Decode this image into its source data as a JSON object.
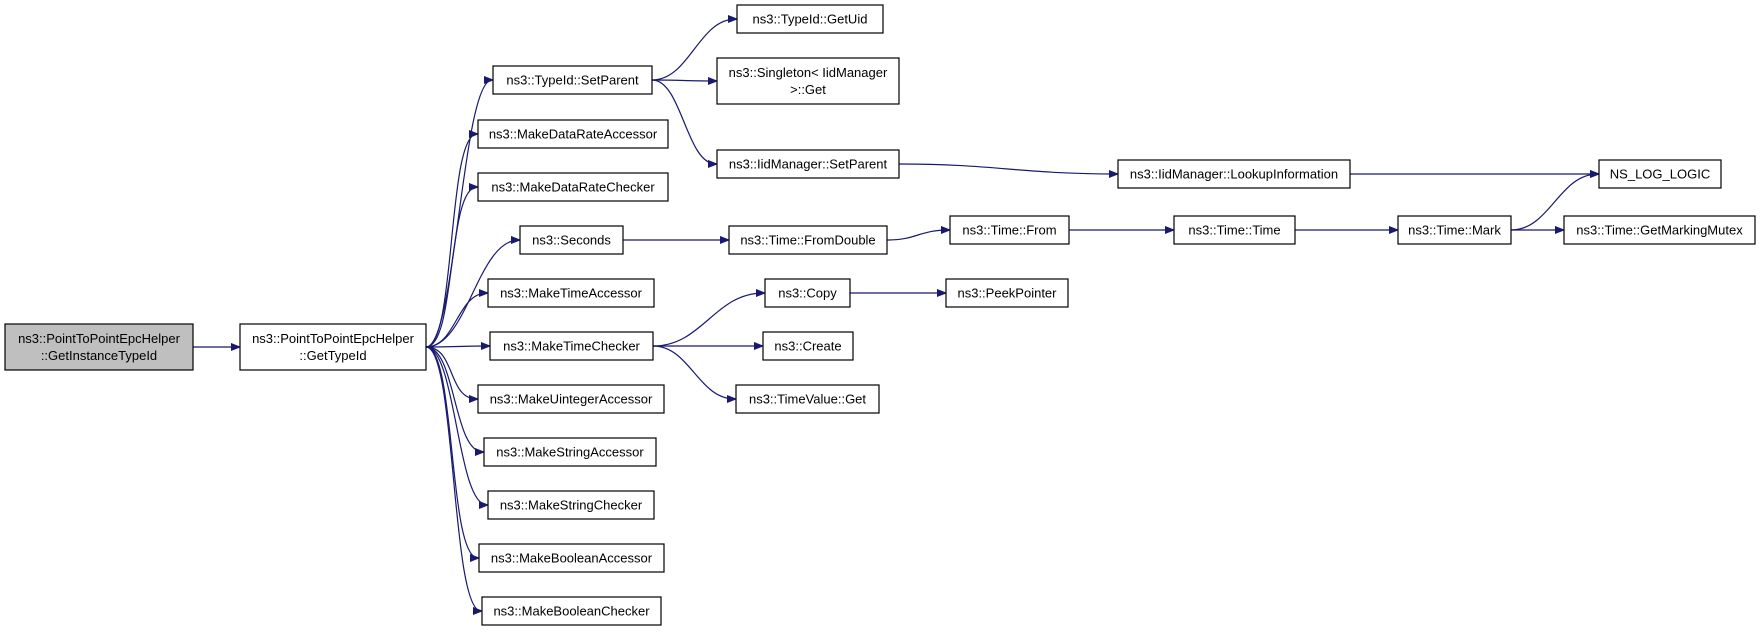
{
  "diagram": {
    "type": "call-graph",
    "colors": {
      "edge": "#191970",
      "root_fill": "#bfbfbf",
      "node_fill": "#ffffff",
      "border": "#000000"
    },
    "nodes": [
      {
        "id": "root",
        "lines": [
          "ns3::PointToPointEpcHelper",
          "::GetInstanceTypeId"
        ],
        "root": true
      },
      {
        "id": "gettid",
        "lines": [
          "ns3::PointToPointEpcHelper",
          "::GetTypeId"
        ]
      },
      {
        "id": "setparent",
        "lines": [
          "ns3::TypeId::SetParent"
        ]
      },
      {
        "id": "mdra",
        "lines": [
          "ns3::MakeDataRateAccessor"
        ]
      },
      {
        "id": "mdrc",
        "lines": [
          "ns3::MakeDataRateChecker"
        ]
      },
      {
        "id": "seconds",
        "lines": [
          "ns3::Seconds"
        ]
      },
      {
        "id": "mta",
        "lines": [
          "ns3::MakeTimeAccessor"
        ]
      },
      {
        "id": "mtc",
        "lines": [
          "ns3::MakeTimeChecker"
        ]
      },
      {
        "id": "mua",
        "lines": [
          "ns3::MakeUintegerAccessor"
        ]
      },
      {
        "id": "msa",
        "lines": [
          "ns3::MakeStringAccessor"
        ]
      },
      {
        "id": "msc",
        "lines": [
          "ns3::MakeStringChecker"
        ]
      },
      {
        "id": "mba",
        "lines": [
          "ns3::MakeBooleanAccessor"
        ]
      },
      {
        "id": "mbc",
        "lines": [
          "ns3::MakeBooleanChecker"
        ]
      },
      {
        "id": "getuid",
        "lines": [
          "ns3::TypeId::GetUid"
        ]
      },
      {
        "id": "singleton",
        "lines": [
          "ns3::Singleton< IidManager",
          ">::Get"
        ]
      },
      {
        "id": "iidsetparent",
        "lines": [
          "ns3::IidManager::SetParent"
        ]
      },
      {
        "id": "fromdouble",
        "lines": [
          "ns3::Time::FromDouble"
        ]
      },
      {
        "id": "copy",
        "lines": [
          "ns3::Copy"
        ]
      },
      {
        "id": "create",
        "lines": [
          "ns3::Create"
        ]
      },
      {
        "id": "tvget",
        "lines": [
          "ns3::TimeValue::Get"
        ]
      },
      {
        "id": "lookup",
        "lines": [
          "ns3::IidManager::LookupInformation"
        ]
      },
      {
        "id": "from",
        "lines": [
          "ns3::Time::From"
        ]
      },
      {
        "id": "peek",
        "lines": [
          "ns3::PeekPointer"
        ]
      },
      {
        "id": "time",
        "lines": [
          "ns3::Time::Time"
        ]
      },
      {
        "id": "mark",
        "lines": [
          "ns3::Time::Mark"
        ]
      },
      {
        "id": "nslog",
        "lines": [
          "NS_LOG_LOGIC"
        ]
      },
      {
        "id": "mutex",
        "lines": [
          "ns3::Time::GetMarkingMutex"
        ]
      }
    ],
    "edges": [
      [
        "root",
        "gettid"
      ],
      [
        "gettid",
        "setparent"
      ],
      [
        "gettid",
        "mdra"
      ],
      [
        "gettid",
        "mdrc"
      ],
      [
        "gettid",
        "seconds"
      ],
      [
        "gettid",
        "mta"
      ],
      [
        "gettid",
        "mtc"
      ],
      [
        "gettid",
        "mua"
      ],
      [
        "gettid",
        "msa"
      ],
      [
        "gettid",
        "msc"
      ],
      [
        "gettid",
        "mba"
      ],
      [
        "gettid",
        "mbc"
      ],
      [
        "setparent",
        "getuid"
      ],
      [
        "setparent",
        "singleton"
      ],
      [
        "setparent",
        "iidsetparent"
      ],
      [
        "iidsetparent",
        "lookup"
      ],
      [
        "lookup",
        "nslog"
      ],
      [
        "seconds",
        "fromdouble"
      ],
      [
        "fromdouble",
        "from"
      ],
      [
        "from",
        "time"
      ],
      [
        "time",
        "mark"
      ],
      [
        "mark",
        "nslog"
      ],
      [
        "mark",
        "mutex"
      ],
      [
        "mtc",
        "copy"
      ],
      [
        "mtc",
        "create"
      ],
      [
        "mtc",
        "tvget"
      ],
      [
        "copy",
        "peek"
      ]
    ]
  }
}
